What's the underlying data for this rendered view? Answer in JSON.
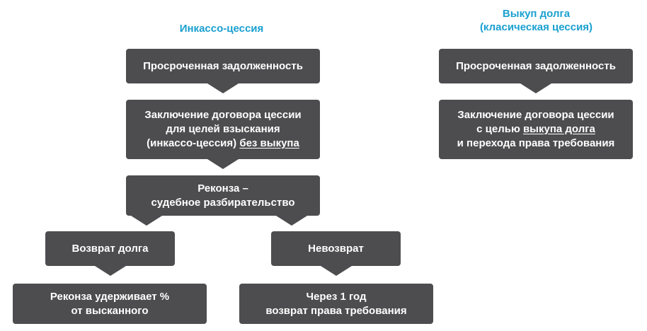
{
  "left_heading": "Инкассо-цессия",
  "right_heading": {
    "line1": "Выкуп долга",
    "line2": "(класическая цессия)"
  },
  "left": {
    "overdue": "Просроченная задолженность",
    "contract": {
      "line1": "Заключение договора цессии",
      "line2": "для целей взыскания",
      "line3_prefix": "(инкассо-цессия) ",
      "line3_underlined": "без выкупа"
    },
    "court": {
      "line1": "Реконза –",
      "line2": "судебное разбирательство"
    },
    "return": "Возврат долга",
    "no_return": "Невозврат",
    "retains": {
      "line1": "Реконза удерживает %",
      "line2": "от высканного"
    },
    "after_year": {
      "line1": "Через 1 год",
      "line2": "возврат права требования"
    }
  },
  "right": {
    "overdue": "Просроченная задолженность",
    "contract": {
      "line1": "Заключение договора цессии",
      "line2_prefix": "с целью ",
      "line2_underlined": "выкупа долга",
      "line3": "и перехода права требования"
    }
  },
  "colors": {
    "heading": "#1aa0d0",
    "box": "#4d4d4f",
    "box_text": "#ffffff"
  }
}
